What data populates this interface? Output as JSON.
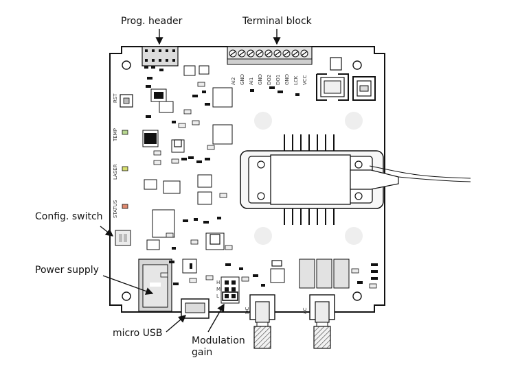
{
  "callouts": {
    "prog_header": "Prog. header",
    "terminal_block": "Terminal block",
    "config_switch": "Config. switch",
    "power_supply": "Power supply",
    "micro_usb": "micro USB",
    "modulation_gain_line1": "Modulation",
    "modulation_gain_line2": "gain"
  },
  "silkscreen": {
    "rst": "RST",
    "temp": "TEMP",
    "laser": "LASER",
    "status": "STATUS",
    "pins": [
      "AI2",
      "GND",
      "AI1",
      "GND",
      "DO2",
      "DO1",
      "GND",
      "LCK",
      "VCC"
    ],
    "dc": "DC",
    "ac": "AC",
    "gain_h": "H",
    "gain_m": "M",
    "gain_l": "L"
  },
  "colors": {
    "temp_led": "#b8d890",
    "laser_led": "#d8e070",
    "status_led": "#e08a70",
    "board_outline": "#111111"
  }
}
